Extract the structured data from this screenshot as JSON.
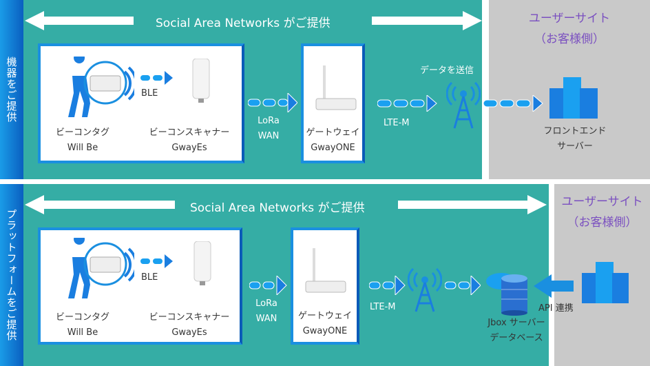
{
  "top": {
    "side_label": "機器をご提供",
    "header": "Social Area Networks がご提供",
    "user_site": [
      "ユーザーサイト",
      "（お客様側）"
    ],
    "beacon": [
      "ビーコンタグ",
      "Will Be"
    ],
    "ble": "BLE",
    "scanner": [
      "ビーコンスキャナー",
      "GwayEs"
    ],
    "lora": [
      "LoRa",
      "WAN"
    ],
    "gateway": [
      "ゲートウェイ",
      "GwayONE"
    ],
    "ltem": "LTE-M",
    "send": "データを送信",
    "frontend": [
      "フロントエンド",
      "サーバー"
    ]
  },
  "bottom": {
    "side_label": "プラットフォームをご提供",
    "header": "Social Area Networks がご提供",
    "user_site": [
      "ユーザーサイト",
      "（お客様側）"
    ],
    "beacon": [
      "ビーコンタグ",
      "Will Be"
    ],
    "ble": "BLE",
    "scanner": [
      "ビーコンスキャナー",
      "GwayEs"
    ],
    "lora": [
      "LoRa",
      "WAN"
    ],
    "gateway": [
      "ゲートウェイ",
      "GwayONE"
    ],
    "ltem": "LTE-M",
    "db": [
      "Jbox サーバー",
      "データベース"
    ],
    "api": "API 連携"
  },
  "colors": {
    "teal": "#35ADA5",
    "gray": "#C9C9C9",
    "blue": "#1a8fe0",
    "purple": "#7a4fc0"
  }
}
